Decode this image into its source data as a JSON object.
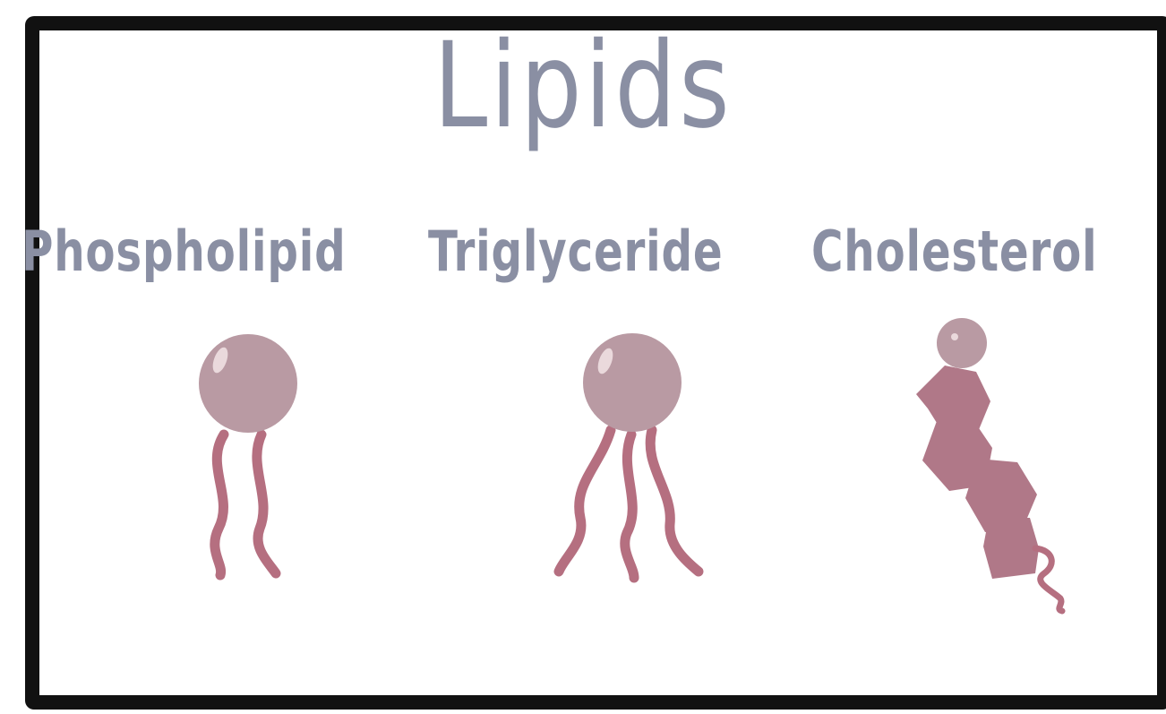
{
  "title": "Lipids",
  "labels": {
    "phospholipid": "Phospholipid",
    "triglyceride": "Triglyceride",
    "cholesterol": "Cholesterol"
  },
  "colors": {
    "frame": "#111111",
    "text": "#8a8fa3",
    "head": "#b99aa3",
    "head_highlight": "#ead9dc",
    "tail": "#b56f80",
    "ring": "#b07888"
  }
}
